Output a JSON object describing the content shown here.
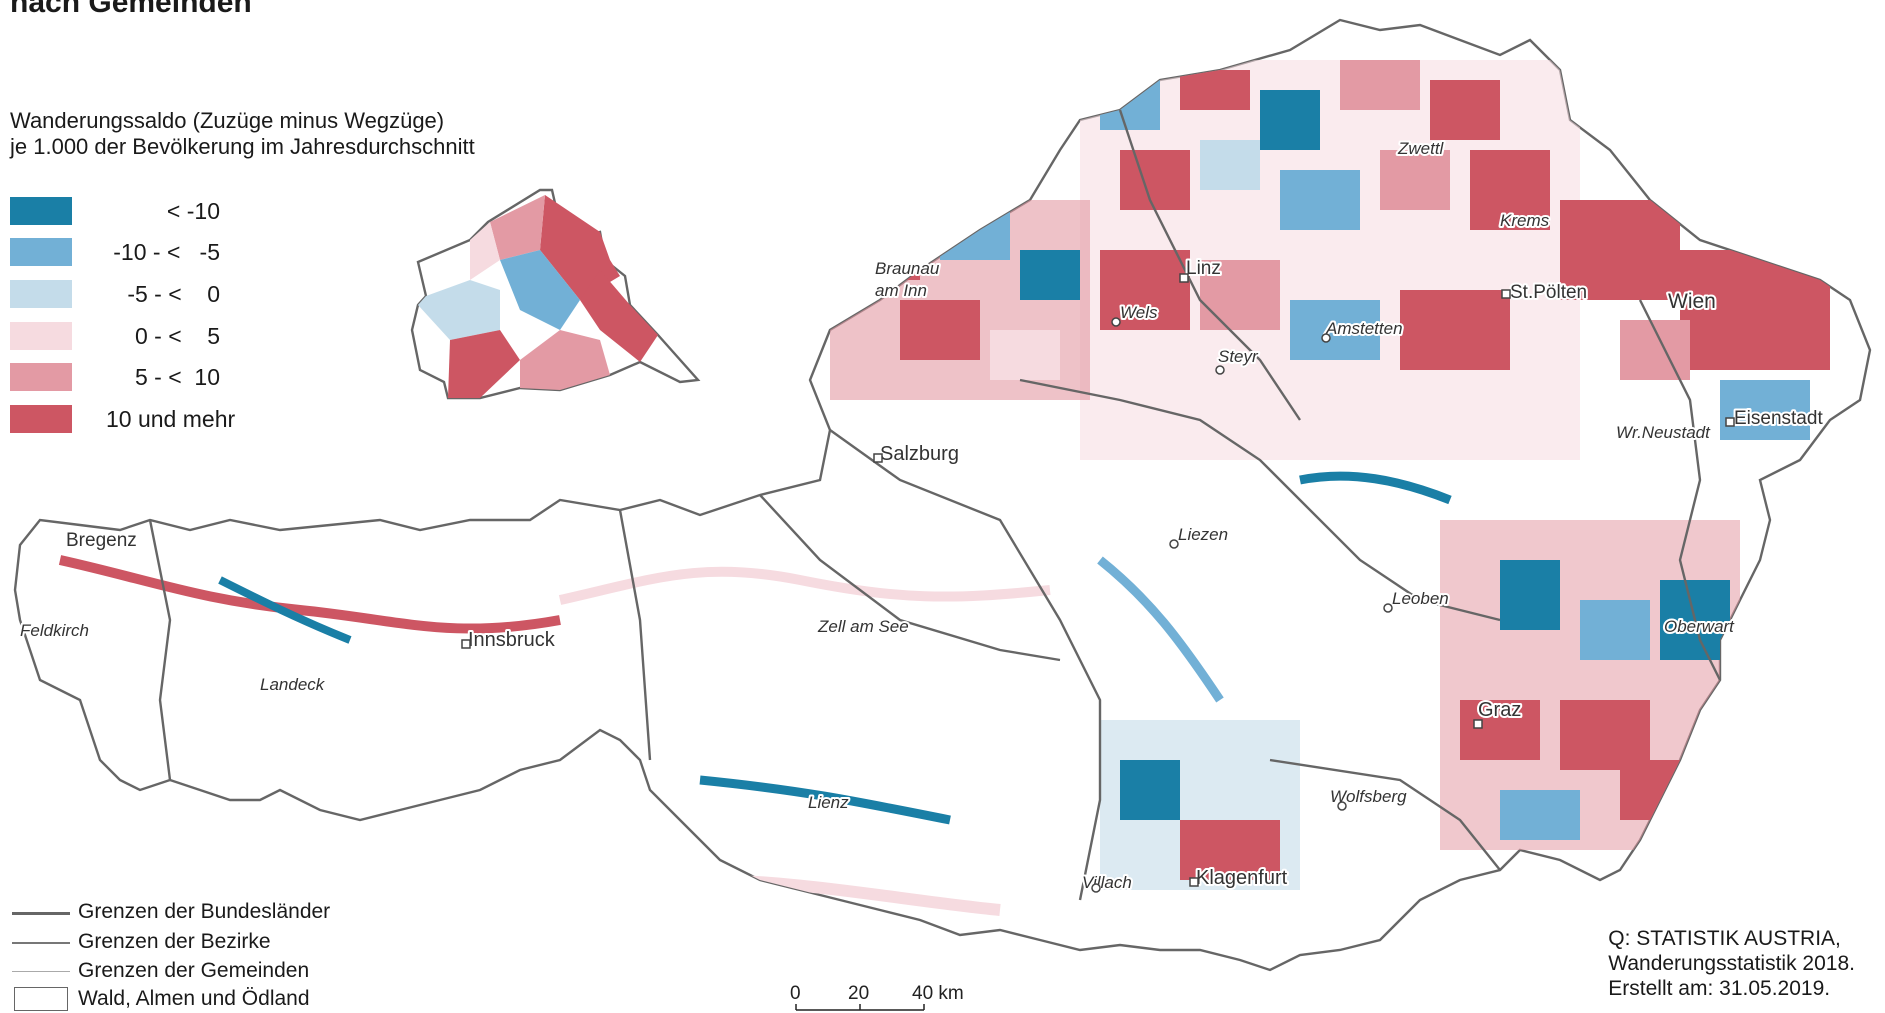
{
  "title": "nach Gemeinden",
  "legend": {
    "title_lines": [
      "Wanderungssaldo (Zuzüge minus Wegzüge)",
      "je 1.000 der Bevölkerung im Jahresdurchschnitt"
    ],
    "classes": [
      {
        "label": "< -10",
        "color": "#1a7fa6"
      },
      {
        "label": "-10 - <   -5",
        "color": "#72b0d6"
      },
      {
        "label": "-5 - <    0",
        "color": "#c4dcea"
      },
      {
        "label": "0 - <    5",
        "color": "#f6dbe0"
      },
      {
        "label": "5 - <  10",
        "color": "#e39aa4"
      },
      {
        "label": "10 und mehr",
        "color": "#cd5663"
      }
    ],
    "boundaries": [
      {
        "label": "Grenzen der Bundesländer"
      },
      {
        "label": "Grenzen der Bezirke"
      },
      {
        "label": "Grenzen der Gemeinden"
      },
      {
        "label": "Wald, Almen und Ödland"
      }
    ]
  },
  "cities": [
    {
      "name": "Bregenz",
      "style": "plain"
    },
    {
      "name": "Feldkirch",
      "style": "italic"
    },
    {
      "name": "Landeck",
      "style": "italic"
    },
    {
      "name": "Innsbruck",
      "style": "plain"
    },
    {
      "name": "Braunau",
      "style": "italic"
    },
    {
      "name": "am Inn",
      "style": "italic"
    },
    {
      "name": "Salzburg",
      "style": "plain"
    },
    {
      "name": "Zell am See",
      "style": "italic"
    },
    {
      "name": "Lienz",
      "style": "italic"
    },
    {
      "name": "Villach",
      "style": "italic"
    },
    {
      "name": "Klagenfurt",
      "style": "plain"
    },
    {
      "name": "Wolfsberg",
      "style": "italic"
    },
    {
      "name": "Graz",
      "style": "plain"
    },
    {
      "name": "Leoben",
      "style": "italic"
    },
    {
      "name": "Liezen",
      "style": "italic"
    },
    {
      "name": "Oberwart",
      "style": "italic"
    },
    {
      "name": "Wr.Neustadt",
      "style": "italic"
    },
    {
      "name": "Eisenstadt",
      "style": "plain"
    },
    {
      "name": "Wien",
      "style": "big"
    },
    {
      "name": "St.Pölten",
      "style": "plain"
    },
    {
      "name": "Krems",
      "style": "italic"
    },
    {
      "name": "Zwettl",
      "style": "italic"
    },
    {
      "name": "Linz",
      "style": "plain"
    },
    {
      "name": "Wels",
      "style": "italic"
    },
    {
      "name": "Amstetten",
      "style": "italic"
    },
    {
      "name": "Steyr",
      "style": "italic"
    }
  ],
  "scale": {
    "ticks": [
      "0",
      "20",
      "40 km"
    ]
  },
  "source_lines": [
    "Q: STATISTIK AUSTRIA,",
    "Wanderungsstatistik 2018.",
    "Erstellt am: 31.05.2019."
  ],
  "colors": {
    "state_border": "#666666",
    "district_border": "#777777",
    "municipality_border": "#aaaaaa",
    "forest_fill": "#ffffff"
  }
}
